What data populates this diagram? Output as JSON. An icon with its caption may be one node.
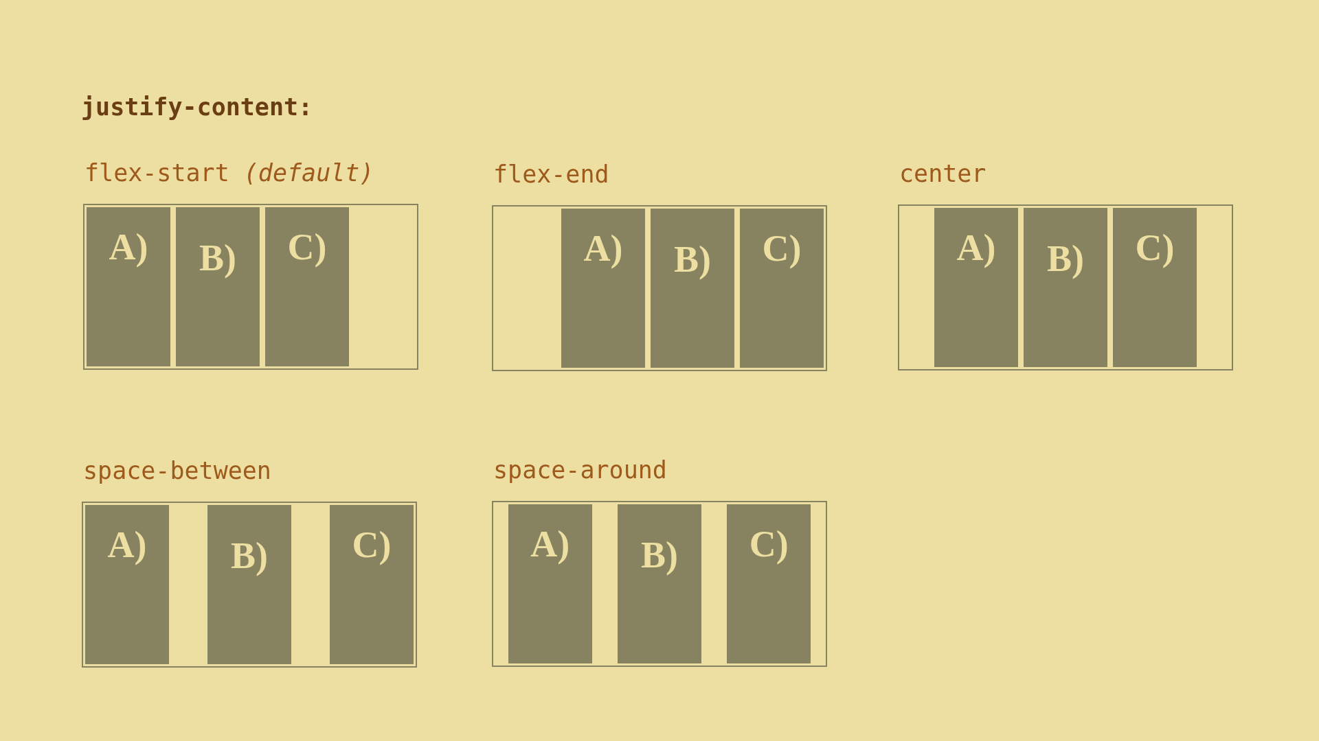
{
  "diagram": {
    "title": "justify-content:",
    "nodes": [
      {
        "text": [
          "flex-start *(default)*"
        ]
      },
      {
        "text": [
          "A)"
        ],
        "in": 0
      },
      {
        "text": [
          "B)"
        ],
        "in": 0
      },
      {
        "text": [
          "C)"
        ],
        "in": 0
      },
      {
        "text": [
          "flex-end"
        ]
      },
      {
        "text": [
          "A)"
        ],
        "in": 4
      },
      {
        "text": [
          "B)"
        ],
        "in": 4
      },
      {
        "text": [
          "C)"
        ],
        "in": 4
      },
      {
        "text": [
          "center"
        ]
      },
      {
        "text": [
          "A)"
        ],
        "in": 8
      },
      {
        "text": [
          "B)"
        ],
        "in": 8
      },
      {
        "text": [
          "C)"
        ],
        "in": 8
      },
      {
        "text": [
          "space-between"
        ]
      },
      {
        "text": [
          "A)"
        ],
        "in": 12
      },
      {
        "text": [
          "B)"
        ],
        "in": 12
      },
      {
        "text": [
          "C)"
        ],
        "in": 12
      },
      {
        "text": [
          "space-around"
        ]
      },
      {
        "text": [
          "A)"
        ],
        "in": 16
      },
      {
        "text": [
          "B)"
        ],
        "in": 16
      },
      {
        "text": [
          "C)"
        ],
        "in": 16
      }
    ]
  }
}
